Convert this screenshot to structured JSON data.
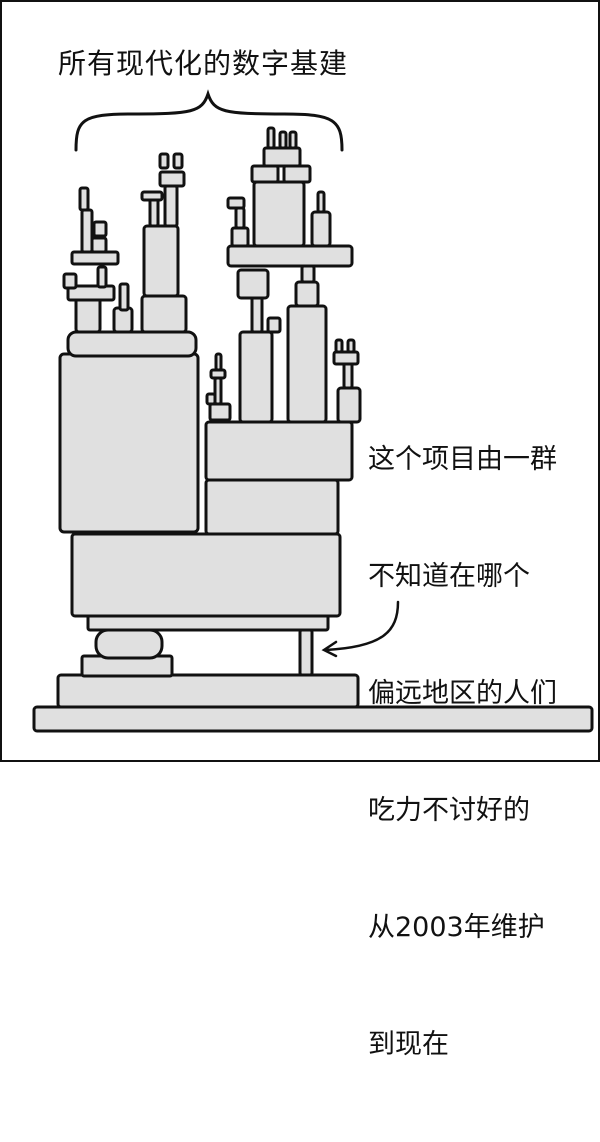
{
  "comic": {
    "title": "所有现代化的数字基建",
    "caption_lines": [
      "这个项目由一群",
      "不知道在哪个",
      "偏远地区的人们",
      "吃力不讨好的",
      "从2003年维护",
      "到现在"
    ],
    "colors": {
      "block_fill": "#e0e0e0",
      "outline": "#111111",
      "background": "#ffffff"
    }
  }
}
